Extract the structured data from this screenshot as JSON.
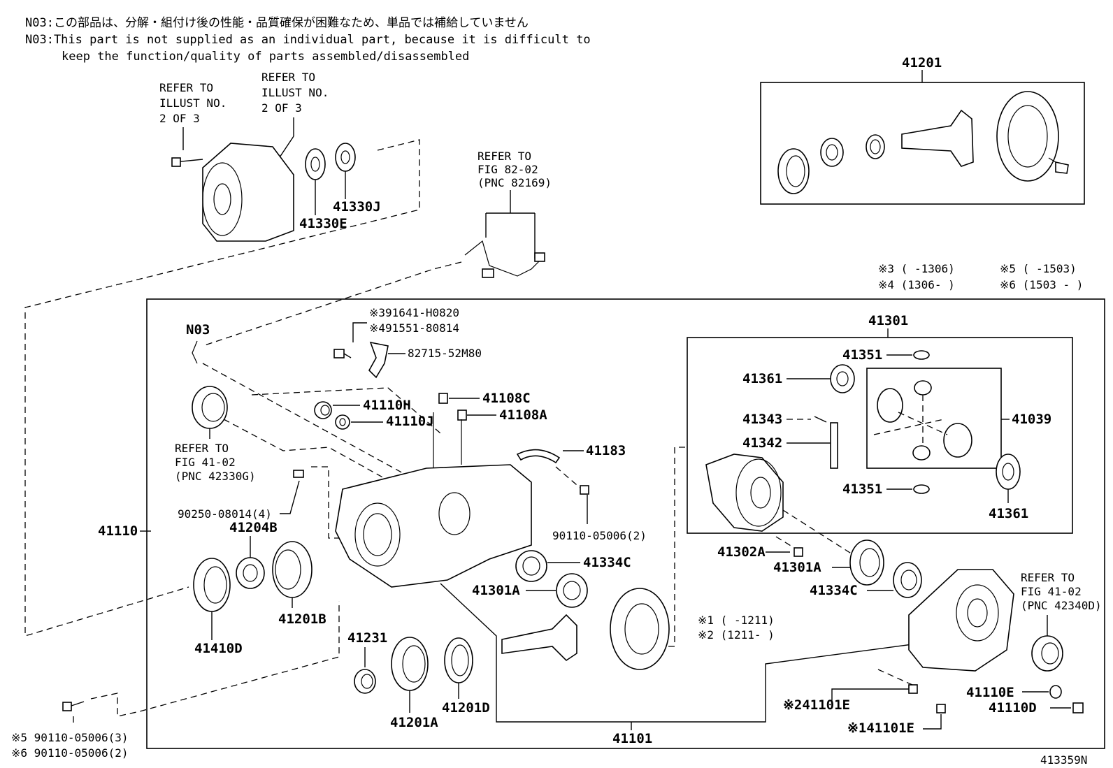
{
  "notes": {
    "jp": "N03:この部品は、分解・組付け後の性能・品質確保が困難なため、単品では補給していません",
    "en1": "N03:This part is not supplied as an individual part, because it is difficult to",
    "en2": "keep the function/quality of parts assembled/disassembled"
  },
  "refs": {
    "illust_a": [
      "REFER TO",
      "ILLUST NO.",
      "2 OF 3"
    ],
    "illust_b": [
      "REFER TO",
      "ILLUST NO.",
      "2 OF 3"
    ],
    "fig82": [
      "REFER TO",
      "FIG 82-02",
      "(PNC 82169)"
    ],
    "fig41_left": [
      "REFER TO",
      "FIG 41-02",
      "(PNC 42330G)"
    ],
    "fig41_right": [
      "REFER TO",
      "FIG 41-02",
      "(PNC 42340D)"
    ]
  },
  "date_ranges": {
    "r3": "※3 (     -1306)",
    "r5": "※5 (     -1503)",
    "r4": "※4 (1306-     )",
    "r6": "※6 (1503 -     )",
    "r1": "※1 (     -1211)",
    "r2": "※2 (1211-     )"
  },
  "labels": {
    "p41201": "41201",
    "p41330J": "41330J",
    "p41330E": "41330E",
    "n03": "N03",
    "p91641": "※391641-H0820",
    "p91551": "※491551-80814",
    "p82715": "82715-52M80",
    "p41108C": "41108C",
    "p41108A": "41108A",
    "p41110H": "41110H",
    "p41110J": "41110J",
    "p41183": "41183",
    "p90250": "90250-08014(4)",
    "p90110_2": "90110-05006(2)",
    "p41204B": "41204B",
    "p41110": "41110",
    "p41410D": "41410D",
    "p41201B": "41201B",
    "p41334C_a": "41334C",
    "p41301A_a": "41301A",
    "p41231": "41231",
    "p41201A": "41201A",
    "p41201D": "41201D",
    "p41101": "41101",
    "p41301": "41301",
    "p41351_a": "41351",
    "p41361_a": "41361",
    "p41343": "41343",
    "p41342": "41342",
    "p41039": "41039",
    "p41351_b": "41351",
    "p41361_b": "41361",
    "p41302A": "41302A",
    "p41301A_b": "41301A",
    "p41334C_b": "41334C",
    "p41101E_2": "※241101E",
    "p41101E_1": "※141101E",
    "p41110E": "41110E",
    "p41110D": "41110D",
    "p90110_5": "※5 90110-05006(3)",
    "p90110_6": "※6 90110-05006(2)",
    "fig_id": "413359N"
  }
}
